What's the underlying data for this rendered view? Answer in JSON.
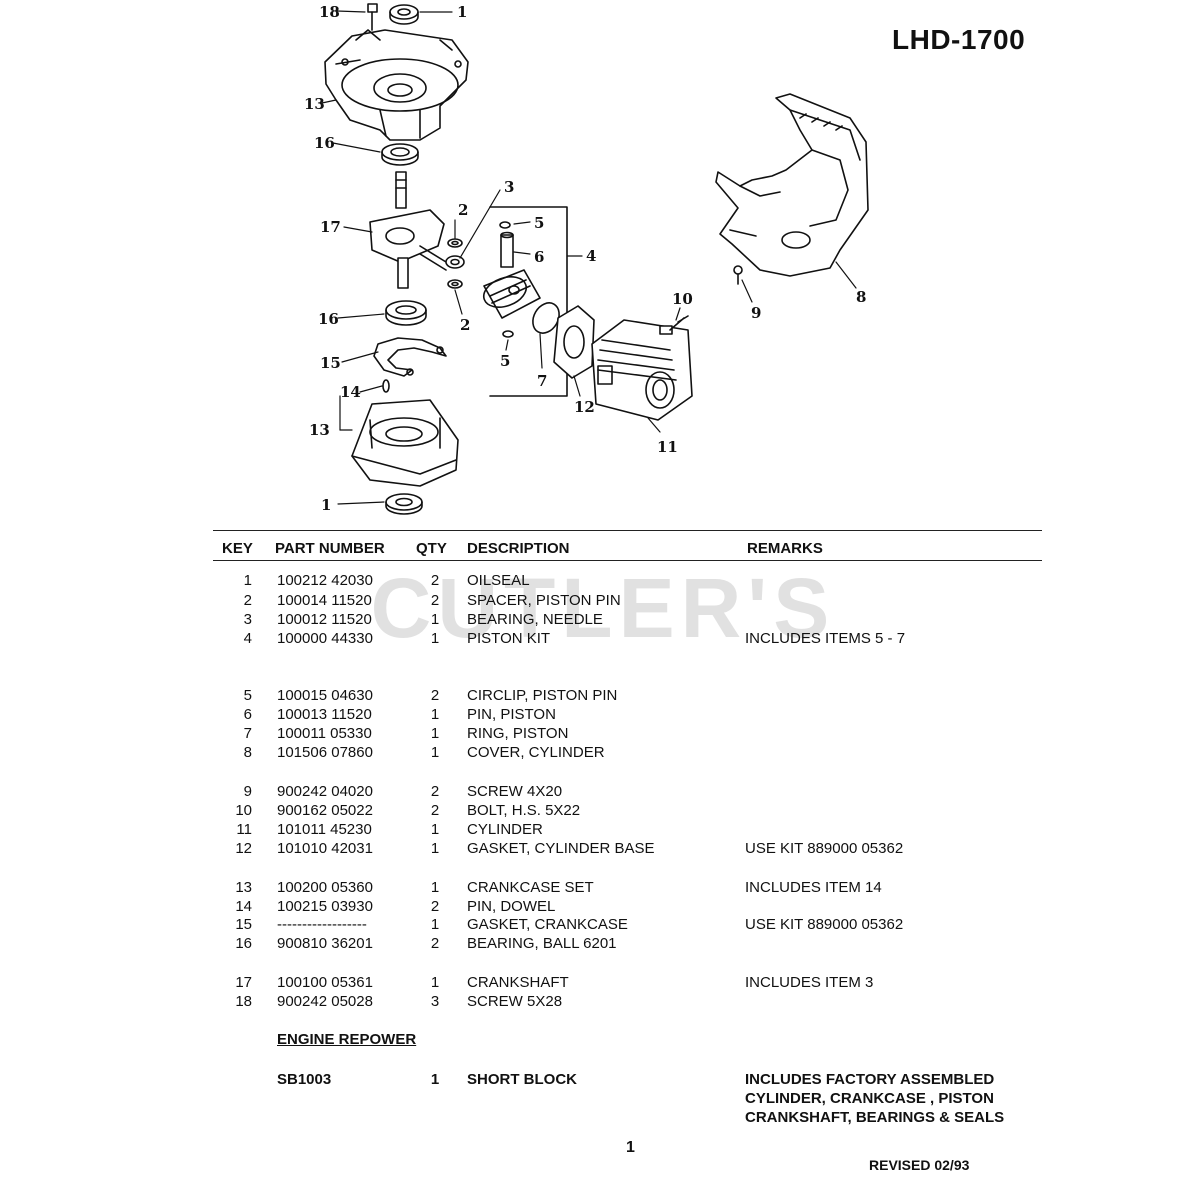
{
  "model": "LHD-1700",
  "watermark": "CUTLER'S",
  "callouts": [
    "18",
    "1",
    "13",
    "16",
    "17",
    "2",
    "3",
    "5",
    "6",
    "4",
    "2",
    "16",
    "15",
    "14",
    "13",
    "1",
    "5",
    "7",
    "12",
    "11",
    "10",
    "9",
    "8"
  ],
  "table": {
    "headers": {
      "key": "KEY",
      "part": "PART NUMBER",
      "qty": "QTY",
      "desc": "DESCRIPTION",
      "remarks": "REMARKS"
    },
    "rows": [
      {
        "key": "1",
        "part": "100212 42030",
        "qty": "2",
        "desc": "OILSEAL",
        "remarks": ""
      },
      {
        "key": "2",
        "part": "100014 11520",
        "qty": "2",
        "desc": "SPACER, PISTON PIN",
        "remarks": ""
      },
      {
        "key": "3",
        "part": "100012 11520",
        "qty": "1",
        "desc": "BEARING, NEEDLE",
        "remarks": ""
      },
      {
        "key": "4",
        "part": "100000 44330",
        "qty": "1",
        "desc": "PISTON KIT",
        "remarks": "INCLUDES ITEMS 5 - 7"
      },
      {
        "key": "5",
        "part": "100015 04630",
        "qty": "2",
        "desc": "CIRCLIP, PISTON PIN",
        "remarks": ""
      },
      {
        "key": "6",
        "part": "100013 11520",
        "qty": "1",
        "desc": "PIN, PISTON",
        "remarks": ""
      },
      {
        "key": "7",
        "part": "100011 05330",
        "qty": "1",
        "desc": "RING, PISTON",
        "remarks": ""
      },
      {
        "key": "8",
        "part": "101506 07860",
        "qty": "1",
        "desc": "COVER, CYLINDER",
        "remarks": ""
      },
      {
        "key": "9",
        "part": "900242 04020",
        "qty": "2",
        "desc": "SCREW  4X20",
        "remarks": ""
      },
      {
        "key": "10",
        "part": "900162 05022",
        "qty": "2",
        "desc": "BOLT, H.S.  5X22",
        "remarks": ""
      },
      {
        "key": "11",
        "part": "101011 45230",
        "qty": "1",
        "desc": "CYLINDER",
        "remarks": ""
      },
      {
        "key": "12",
        "part": "101010 42031",
        "qty": "1",
        "desc": "GASKET, CYLINDER BASE",
        "remarks": "USE KIT 889000 05362"
      },
      {
        "key": "13",
        "part": "100200 05360",
        "qty": "1",
        "desc": "CRANKCASE SET",
        "remarks": "INCLUDES ITEM 14"
      },
      {
        "key": "14",
        "part": "100215 03930",
        "qty": "2",
        "desc": "PIN, DOWEL",
        "remarks": ""
      },
      {
        "key": "15",
        "part": "------------------",
        "qty": "1",
        "desc": "GASKET, CRANKCASE",
        "remarks": "USE KIT 889000 05362"
      },
      {
        "key": "16",
        "part": "900810 36201",
        "qty": "2",
        "desc": "BEARING, BALL  6201",
        "remarks": ""
      },
      {
        "key": "17",
        "part": "100100 05361",
        "qty": "1",
        "desc": "CRANKSHAFT",
        "remarks": "INCLUDES ITEM 3"
      },
      {
        "key": "18",
        "part": "900242 05028",
        "qty": "3",
        "desc": "SCREW  5X28",
        "remarks": ""
      }
    ]
  },
  "repower": {
    "heading": "ENGINE REPOWER",
    "part": "SB1003",
    "qty": "1",
    "desc": "SHORT BLOCK",
    "remarks": [
      "INCLUDES FACTORY ASSEMBLED",
      "CYLINDER, CRANKCASE , PISTON",
      "CRANKSHAFT, BEARINGS & SEALS"
    ]
  },
  "page_number": "1",
  "revised": "REVISED 02/93"
}
